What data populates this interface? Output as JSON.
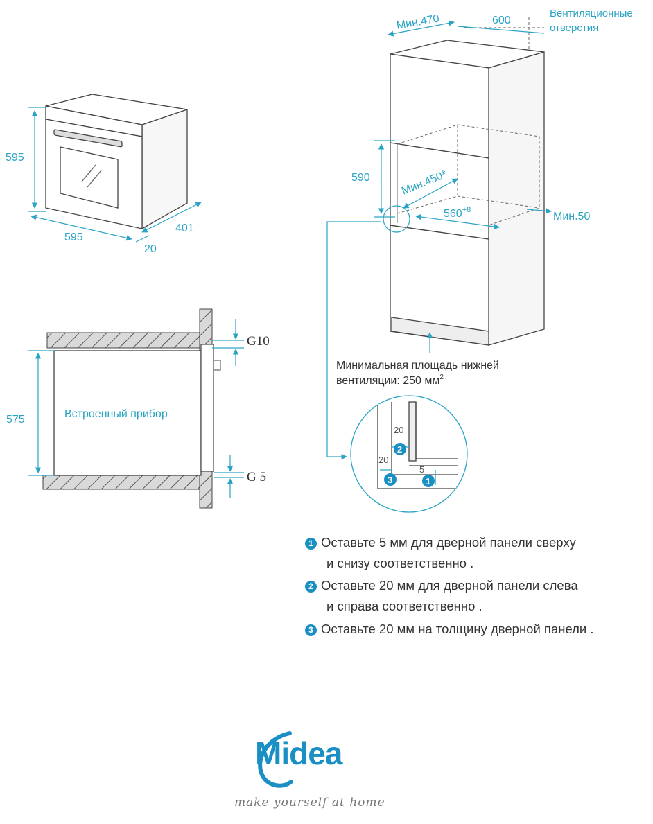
{
  "oven_dims": {
    "height": "595",
    "width": "595",
    "depth": "401",
    "panel_offset": "20"
  },
  "side_view": {
    "height": "575",
    "gap_top": "G10",
    "gap_bottom": "G 5",
    "appliance_label": "Встроенный прибор"
  },
  "cabinet": {
    "min_depth": "Мин.470",
    "width": "600",
    "vent_label_line1": "Вентиляционные",
    "vent_label_line2": "отверстия",
    "niche_height": "590",
    "niche_depth": "Мин.450*",
    "niche_width": "560",
    "niche_width_tol": "+8",
    "min_back_gap": "Мин.50",
    "bottom_vent_line1": "Минимальная площадь нижней",
    "bottom_vent_line2": "вентиляции: 250 мм",
    "bottom_vent_sup": "2"
  },
  "detail": {
    "dim_a": "20",
    "dim_b": "20",
    "dim_c": "5",
    "marker_1": "1",
    "marker_2": "2",
    "marker_3": "3"
  },
  "notes": [
    {
      "num": "1",
      "line1": "Оставьте 5 мм для дверной панели сверху",
      "line2": "и снизу соответственно ."
    },
    {
      "num": "2",
      "line1": "Оставьте 20 мм для дверной панели слева",
      "line2": "и справа соответственно ."
    },
    {
      "num": "3",
      "line1": "Оставьте 20 мм на толщину дверной панели .",
      "line2": ""
    }
  ],
  "brand": {
    "logo": "Midea",
    "slogan": "make yourself at home"
  },
  "colors": {
    "accent": "#2aa4c4",
    "brand": "#1a8fc4",
    "line": "#444444"
  }
}
